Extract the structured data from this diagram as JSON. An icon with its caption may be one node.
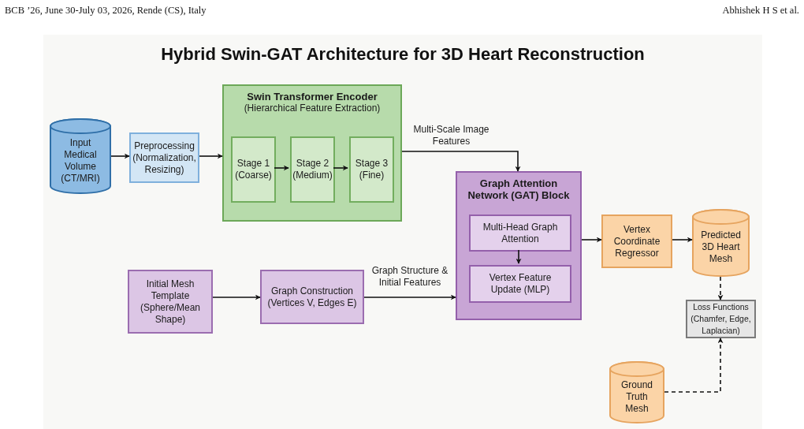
{
  "diagram": {
    "title": "Hybrid Swin-GAT Architecture for 3D Heart Reconstruction",
    "nodes": [
      {
        "text": [
          "Input Medical Volume (CT/MRI)"
        ]
      },
      {
        "text": [
          "Preprocessing (Normalization, Resizing)"
        ]
      },
      {
        "text": [
          "Swin Transformer Encoder",
          "(Hierarchical Feature Extraction)"
        ]
      },
      {
        "text": [
          "Stage 1 (Coarse)"
        ],
        "in": 2
      },
      {
        "text": [
          "Stage 2 (Medium)"
        ],
        "in": 2
      },
      {
        "text": [
          "Stage 3 (Fine)"
        ],
        "in": 2
      },
      {
        "text": [
          "Graph Attention Network (GAT) Block"
        ]
      },
      {
        "text": [
          "Multi-Head Graph Attention"
        ],
        "in": 6
      },
      {
        "text": [
          "Vertex Feature Update (MLP)"
        ],
        "in": 6
      },
      {
        "text": [
          "Vertex Coordinate Regressor"
        ]
      },
      {
        "text": [
          "Predicted 3D Heart Mesh"
        ]
      },
      {
        "text": [
          "Initial Mesh Template (Sphere/Mean Shape)"
        ]
      },
      {
        "text": [
          "Graph Construction (Vertices V, Edges E)"
        ]
      },
      {
        "text": [
          "Loss Functions (Chamfer, Edge, Laplacian)"
        ]
      },
      {
        "text": [
          "Ground Truth Mesh"
        ]
      }
    ],
    "edges": [
      {
        "from": 0,
        "to": 1,
        "arrow": "to"
      },
      {
        "from": 1,
        "to": 2,
        "arrow": "to"
      },
      {
        "from": 3,
        "to": 4,
        "arrow": "to"
      },
      {
        "from": 4,
        "to": 5,
        "arrow": "to"
      },
      {
        "from": 2,
        "to": 6,
        "arrow": "to",
        "label": "Multi-Scale Image Features"
      },
      {
        "from": 7,
        "to": 8,
        "arrow": "to"
      },
      {
        "from": 6,
        "to": 9,
        "arrow": "to"
      },
      {
        "from": 9,
        "to": 10,
        "arrow": "to"
      },
      {
        "from": 11,
        "to": 12,
        "arrow": "to"
      },
      {
        "from": 12,
        "to": 6,
        "arrow": "to",
        "label": "Graph Structure & Initial Features"
      },
      {
        "from": 10,
        "to": 13,
        "arrow": "to",
        "style": "dashed"
      },
      {
        "from": 14,
        "to": 13,
        "arrow": "to",
        "style": "dashed"
      }
    ],
    "labels": [
      "BCB ’26, June 30-July 03, 2026, Rende (CS), Italy",
      "Abhishek H S et al."
    ]
  }
}
